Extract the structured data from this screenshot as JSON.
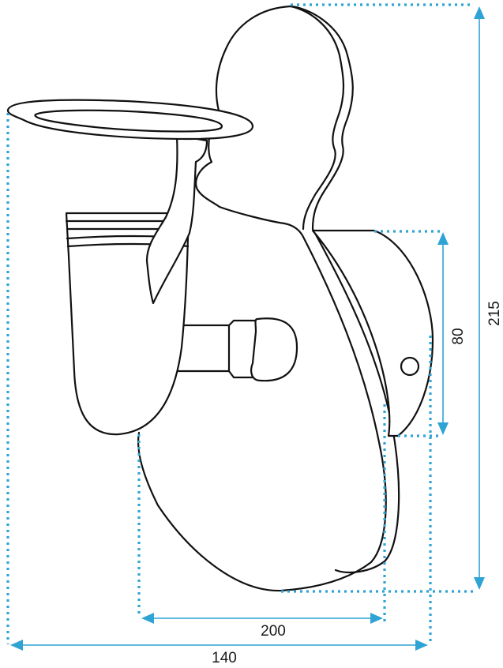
{
  "dimensions": {
    "height_total": "215",
    "height_base": "80",
    "width_backplate": "200",
    "width_total": "140"
  },
  "colors": {
    "dimension_lines": "#2fa4d4",
    "outline": "#111111",
    "text": "#1a1a1a"
  },
  "icons": {
    "arrow": "triangle-arrowhead"
  }
}
